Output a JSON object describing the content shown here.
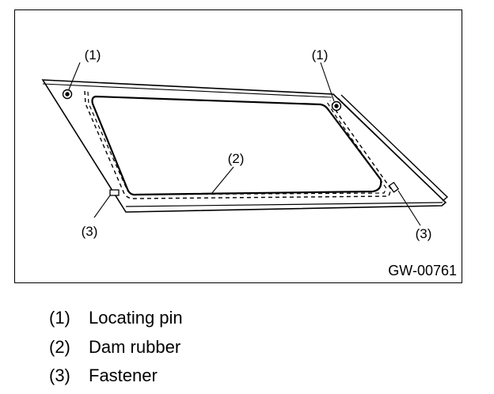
{
  "figure": {
    "code": "GW-00761",
    "callouts": {
      "locating_pin": "(1)",
      "dam_rubber": "(2)",
      "fastener": "(3)"
    }
  },
  "legend": [
    {
      "number": "(1)",
      "label": "Locating pin"
    },
    {
      "number": "(2)",
      "label": "Dam rubber"
    },
    {
      "number": "(3)",
      "label": "Fastener"
    }
  ]
}
